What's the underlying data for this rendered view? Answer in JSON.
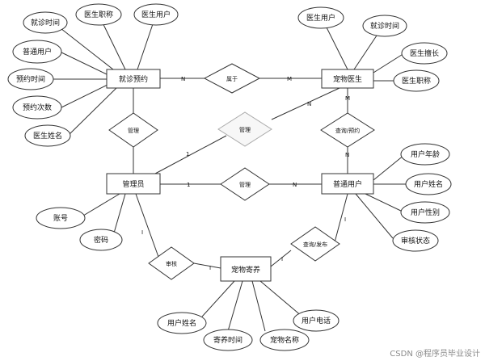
{
  "entities": {
    "visit_booking": "就诊预约",
    "pet_doctor": "宠物医生",
    "admin": "管理员",
    "normal_user": "普通用户",
    "pet_foster": "宠物寄养"
  },
  "relations": {
    "belongs": "属于",
    "manage": "管理",
    "control": "管理",
    "query_book": "查询/预约",
    "manage2": "管理",
    "review": "审核",
    "query_publish": "查询/发布"
  },
  "cardinality": {
    "n_booking": "N",
    "m_doctor": "M",
    "one_control": "1",
    "n_control": "N",
    "m_query": "M",
    "n_query": "N",
    "one_manage": "1",
    "n_manage": "N",
    "i_review": "I",
    "i_foster": "I",
    "i_publish": "I",
    "i_user": "I"
  },
  "attributes": {
    "booking": [
      "就诊时间",
      "医生职称",
      "医生用户",
      "普通用户",
      "预约时间",
      "预约次数",
      "医生姓名"
    ],
    "doctor": [
      "医生用户",
      "就诊时间",
      "医生擅长",
      "医生职称"
    ],
    "admin": [
      "账号",
      "密码"
    ],
    "user": [
      "用户年龄",
      "用户姓名",
      "用户性别",
      "审核状态"
    ],
    "foster": [
      "用户姓名",
      "寄养时间",
      "宠物名称",
      "用户电话"
    ]
  },
  "watermark": "CSDN @程序员毕业设计",
  "colors": {
    "stroke": "#333333",
    "fill": "#ffffff",
    "faded": "#aaaaaa"
  }
}
